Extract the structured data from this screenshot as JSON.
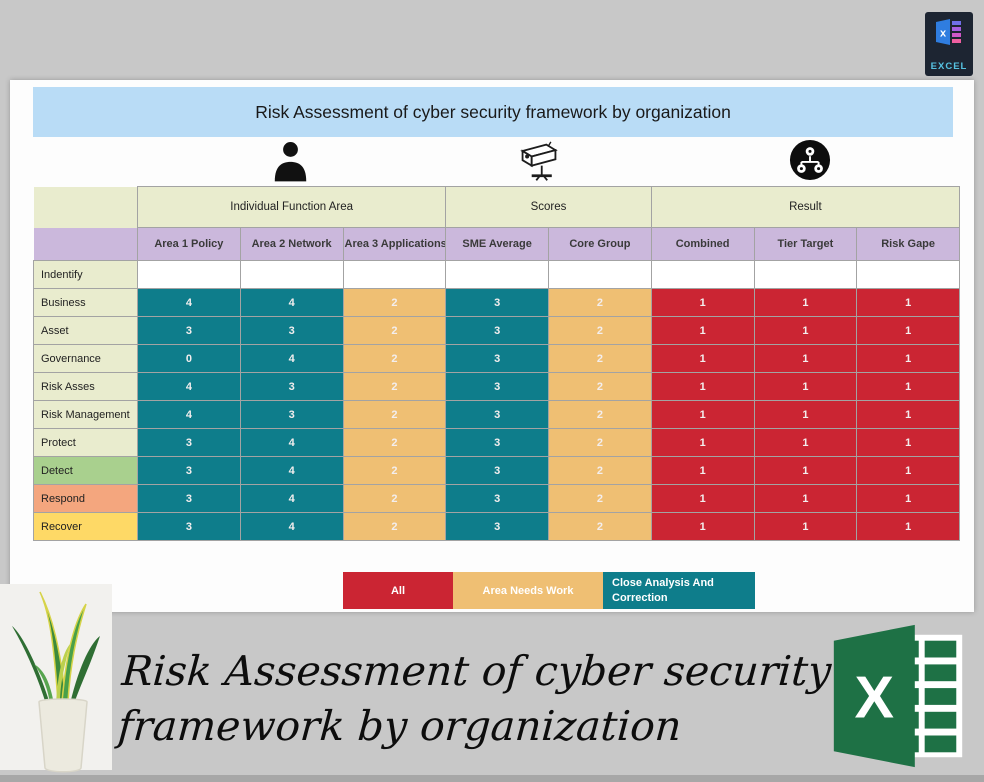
{
  "title": "Risk Assessment of cyber security framework by organization",
  "badge": {
    "label": "EXCEL"
  },
  "icons": {
    "left": "person-icon",
    "middle": "security-camera-icon",
    "right": "hierarchy-icon",
    "top_right": "excel-app-icon",
    "bottom_right": "excel-logo"
  },
  "table": {
    "groups": [
      {
        "label": "Individual Function Area",
        "span": 3
      },
      {
        "label": "Scores",
        "span": 2
      },
      {
        "label": "Result",
        "span": 3
      }
    ],
    "columns": [
      "Area 1 Policy",
      "Area 2 Network",
      "Area 3 Applications",
      "SME Average",
      "Core Group",
      "Combined",
      "Tier Target",
      "Risk Gape"
    ],
    "column_colors": [
      "teal",
      "teal",
      "orange",
      "teal",
      "orange",
      "red",
      "red",
      "red"
    ],
    "rows": [
      {
        "label": "Indentify",
        "label_color": "#e9ecce",
        "values": [
          "",
          "",
          "",
          "",
          "",
          "",
          "",
          ""
        ]
      },
      {
        "label": "Business",
        "label_color": "#e9ecce",
        "values": [
          4,
          4,
          2,
          3,
          2,
          1,
          1,
          1
        ]
      },
      {
        "label": "Asset",
        "label_color": "#e9ecce",
        "values": [
          3,
          3,
          2,
          3,
          2,
          1,
          1,
          1
        ]
      },
      {
        "label": "Governance",
        "label_color": "#e9ecce",
        "values": [
          0,
          4,
          2,
          3,
          2,
          1,
          1,
          1
        ]
      },
      {
        "label": "Risk Asses",
        "label_color": "#e9ecce",
        "values": [
          4,
          3,
          2,
          3,
          2,
          1,
          1,
          1
        ]
      },
      {
        "label": "Risk Management",
        "label_color": "#e9ecce",
        "values": [
          4,
          3,
          2,
          3,
          2,
          1,
          1,
          1
        ]
      },
      {
        "label": "Protect",
        "label_color": "#e9ecce",
        "values": [
          3,
          4,
          2,
          3,
          2,
          1,
          1,
          1
        ]
      },
      {
        "label": "Detect",
        "label_color": "#a9d08e",
        "values": [
          3,
          4,
          2,
          3,
          2,
          1,
          1,
          1
        ]
      },
      {
        "label": "Respond",
        "label_color": "#f4a67e",
        "values": [
          3,
          4,
          2,
          3,
          2,
          1,
          1,
          1
        ]
      },
      {
        "label": "Recover",
        "label_color": "#fed966",
        "values": [
          3,
          4,
          2,
          3,
          2,
          1,
          1,
          1
        ]
      }
    ]
  },
  "legend": [
    {
      "label": "All",
      "color": "#cb2533"
    },
    {
      "label": "Area Needs Work",
      "color": "#efbf73"
    },
    {
      "label": "Close Analysis And\nCorrection",
      "color": "#0e7d8b"
    }
  ],
  "footer": {
    "caption_line1": "Risk Assessment of cyber security",
    "caption_line2": "framework by organization"
  },
  "colors": {
    "background": "#c8c8c8",
    "panel": "#fdfdfd",
    "title_bar": "#b9dcf6",
    "group_header_bg": "#e9ecce",
    "sub_header_bg": "#cbb8dc",
    "teal": "#0e7d8b",
    "orange": "#efbf73",
    "red": "#cb2533",
    "empty_cell": "#ffffff",
    "excel_green": "#1e7145",
    "badge_bg": "#1d2532",
    "badge_text": "#56c3e2"
  }
}
